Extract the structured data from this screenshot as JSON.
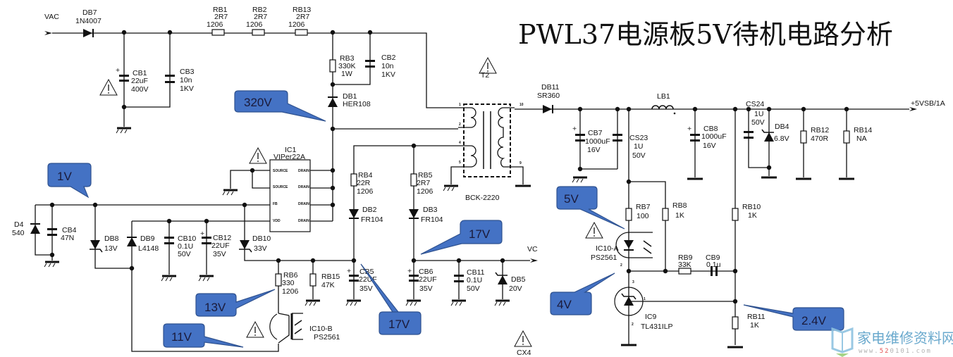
{
  "title": "PWL37电源板5V待机电路分析",
  "nets": {
    "vac": "VAC",
    "vc": "VC",
    "out": "+5VSB/1A"
  },
  "components": {
    "DB7": {
      "ref": "DB7",
      "value": "1N4007"
    },
    "RB1": {
      "ref": "RB1",
      "value": "2R7",
      "pkg": "1206"
    },
    "RB2": {
      "ref": "RB2",
      "value": "2R7",
      "pkg": "1206"
    },
    "RB13": {
      "ref": "RB13",
      "value": "2R7",
      "pkg": "1206"
    },
    "CB1": {
      "ref": "CB1",
      "value": "22uF",
      "rating": "400V"
    },
    "CB3": {
      "ref": "CB3",
      "value": "10n",
      "rating": "1KV"
    },
    "RB3": {
      "ref": "RB3",
      "value": "330K",
      "rating": "1W"
    },
    "CB2": {
      "ref": "CB2",
      "value": "10n",
      "rating": "1KV"
    },
    "DB1": {
      "ref": "DB1",
      "value": "HER108"
    },
    "IC1": {
      "ref": "IC1",
      "value": "VIPer22A",
      "pins_left": [
        "SOURCE",
        "SOURCE",
        "FB",
        "VDD"
      ],
      "pins_right": [
        "DRAIN",
        "DRAIN",
        "DRAIN",
        "DRAIN"
      ]
    },
    "T2": {
      "ref": "T2",
      "value": "BCK-2220",
      "pins": [
        "1",
        "2",
        "4",
        "5",
        "10",
        "9"
      ]
    },
    "DB11": {
      "ref": "DB11",
      "value": "SR360"
    },
    "CB7": {
      "ref": "CB7",
      "value": "1000uF",
      "rating": "16V"
    },
    "CS23": {
      "ref": "CS23",
      "value": "1U",
      "rating": "50V"
    },
    "LB1": {
      "ref": "LB1"
    },
    "CB8": {
      "ref": "CB8",
      "value": "1000uF",
      "rating": "16V"
    },
    "CS24": {
      "ref": "CS24",
      "value": "1U",
      "rating": "50V"
    },
    "DB4": {
      "ref": "DB4",
      "value": "6.8V"
    },
    "RB12": {
      "ref": "RB12",
      "value": "470R"
    },
    "RB14": {
      "ref": "RB14",
      "value": "NA"
    },
    "D4": {
      "ref": "D4",
      "value": "540"
    },
    "CB4": {
      "ref": "CB4",
      "value": "47N"
    },
    "DB8": {
      "ref": "DB8",
      "value": "13V"
    },
    "DB9": {
      "ref": "DB9",
      "value": "L4148"
    },
    "CB10": {
      "ref": "CB10",
      "value": "0.1U",
      "rating": "50V"
    },
    "CB12": {
      "ref": "CB12",
      "value": "22UF",
      "rating": "35V"
    },
    "DB10": {
      "ref": "DB10",
      "value": "33V"
    },
    "RB4": {
      "ref": "RB4",
      "value": "22R",
      "pkg": "1206"
    },
    "RB5": {
      "ref": "RB5",
      "value": "2R7",
      "pkg": "1206"
    },
    "DB2": {
      "ref": "DB2",
      "value": "FR104"
    },
    "DB3": {
      "ref": "DB3",
      "value": "FR104"
    },
    "RB6": {
      "ref": "RB6",
      "value": "330",
      "pkg": "1206"
    },
    "RB15": {
      "ref": "RB15",
      "value": "47K"
    },
    "CB5": {
      "ref": "CB5",
      "value": "22UF",
      "rating": "35V"
    },
    "CB6": {
      "ref": "CB6",
      "value": "22UF",
      "rating": "35V"
    },
    "CB11": {
      "ref": "CB11",
      "value": "0.1U",
      "rating": "50V"
    },
    "DB5": {
      "ref": "DB5",
      "value": "20V"
    },
    "IC10B": {
      "ref": "IC10-B",
      "value": "PS2561"
    },
    "IC10A": {
      "ref": "IC10-A",
      "value": "PS2561"
    },
    "RB7": {
      "ref": "RB7",
      "value": "100"
    },
    "RB8": {
      "ref": "RB8",
      "value": "1K"
    },
    "RB9": {
      "ref": "RB9",
      "value": "33K"
    },
    "CB9": {
      "ref": "CB9",
      "value": "0.1u"
    },
    "RB10": {
      "ref": "RB10",
      "value": "1K"
    },
    "RB11": {
      "ref": "RB11",
      "value": "1K"
    },
    "IC9": {
      "ref": "IC9",
      "value": "TL431ILP"
    },
    "CX4": {
      "ref": "CX4"
    }
  },
  "callouts": [
    {
      "id": "c320",
      "text": "320V"
    },
    {
      "id": "c1",
      "text": "1V"
    },
    {
      "id": "c13",
      "text": "13V"
    },
    {
      "id": "c11",
      "text": "11V"
    },
    {
      "id": "c17a",
      "text": "17V"
    },
    {
      "id": "c17b",
      "text": "17V"
    },
    {
      "id": "c5",
      "text": "5V"
    },
    {
      "id": "c4",
      "text": "4V"
    },
    {
      "id": "c24",
      "text": "2.4V"
    }
  ],
  "watermark": {
    "name": "家电维修资料网",
    "url_pre": "www.",
    "url_hl": "52",
    "url_post": "0101.com",
    "hl_color": "#e04040"
  },
  "colors": {
    "callout": "#4472C4"
  }
}
